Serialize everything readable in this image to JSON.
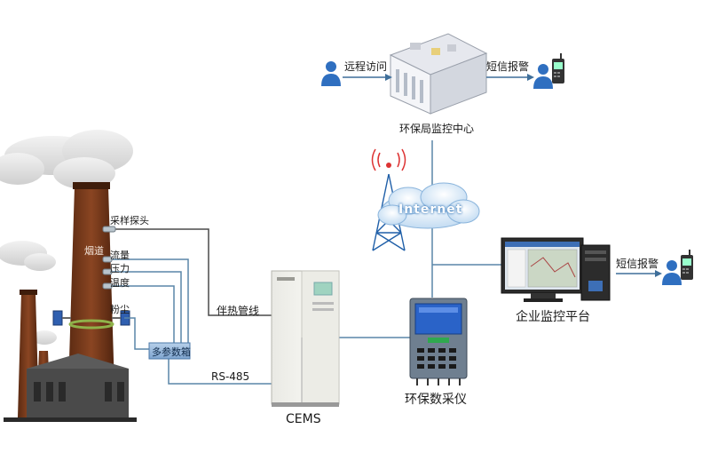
{
  "labels": {
    "remote_access": "远程访问",
    "sms_alarm_top": "短信报警",
    "epb_center": "环保局监控中心",
    "internet": "Internet",
    "sms_alarm_right": "短信报警",
    "enterprise_platform": "企业监控平台",
    "data_collector": "环保数采仪",
    "cems": "CEMS",
    "heat_tracing_line": "伴热管线",
    "rs485": "RS-485",
    "multi_param_box": "多参数箱",
    "sampling_probe": "采样探头",
    "flue": "烟道",
    "flow": "流量",
    "pressure": "压力",
    "temperature": "温度",
    "dust": "粉尘"
  },
  "colors": {
    "line_blue": "#5a86a8",
    "line_dark": "#4a4a4a",
    "chimney_brown": "#7a3a1c",
    "box_blue": "#8fb4d8",
    "cloud_blue": "#cfe3f5",
    "person_blue": "#2f6fc0"
  },
  "icons": [
    "person-icon",
    "mobile-phone-icon",
    "building-icon",
    "antenna-tower-icon",
    "cloud-icon",
    "computer-icon",
    "cabinet-icon",
    "chimney-icon"
  ]
}
